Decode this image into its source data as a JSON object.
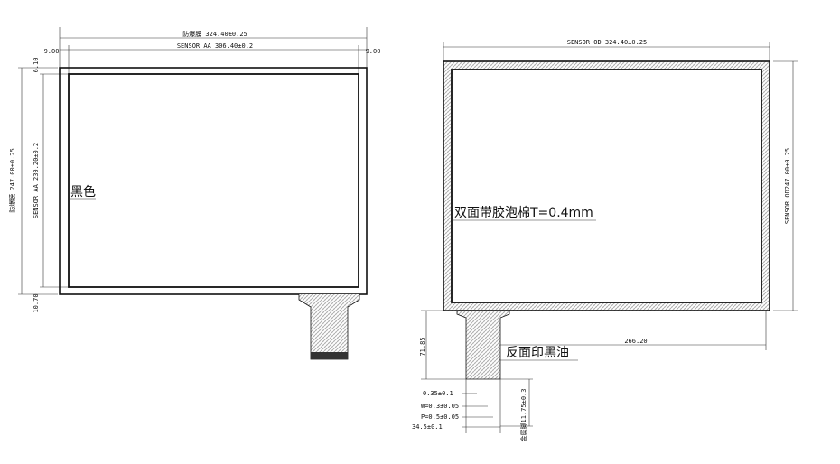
{
  "left_view": {
    "dim_top_outer": "防爆膜 324.40±0.25",
    "dim_top_inner": "SENSOR AA 306.40±0.2",
    "dim_margin_left": "9.00",
    "dim_margin_right": "9.00",
    "dim_left_outer": "防爆膜 247.00±0.25",
    "dim_left_inner": "SENSOR AA 230.20±0.2",
    "dim_top_gap": "6.10",
    "dim_bottom_gap": "10.70",
    "label_black": "黑色"
  },
  "right_view": {
    "dim_top": "SENSOR OD 324.40±0.25",
    "dim_right": "SENSOR OD247.00±0.25",
    "label_foam": "双面带胶泡棉T=0.4mm",
    "label_ink": "反面印黑油",
    "dim_fpc_length": "71.85",
    "dim_fpc_offset": "266.20",
    "dim_thickness": "0.35±0.1",
    "dim_w": "W=0.3±0.05",
    "dim_p": "P=0.5±0.05",
    "dim_width": "34.5±0.1",
    "dim_finger": "金属脚11.75±0.3"
  },
  "colors": {
    "line": "#111111",
    "hatch": "#bbbbbb"
  }
}
